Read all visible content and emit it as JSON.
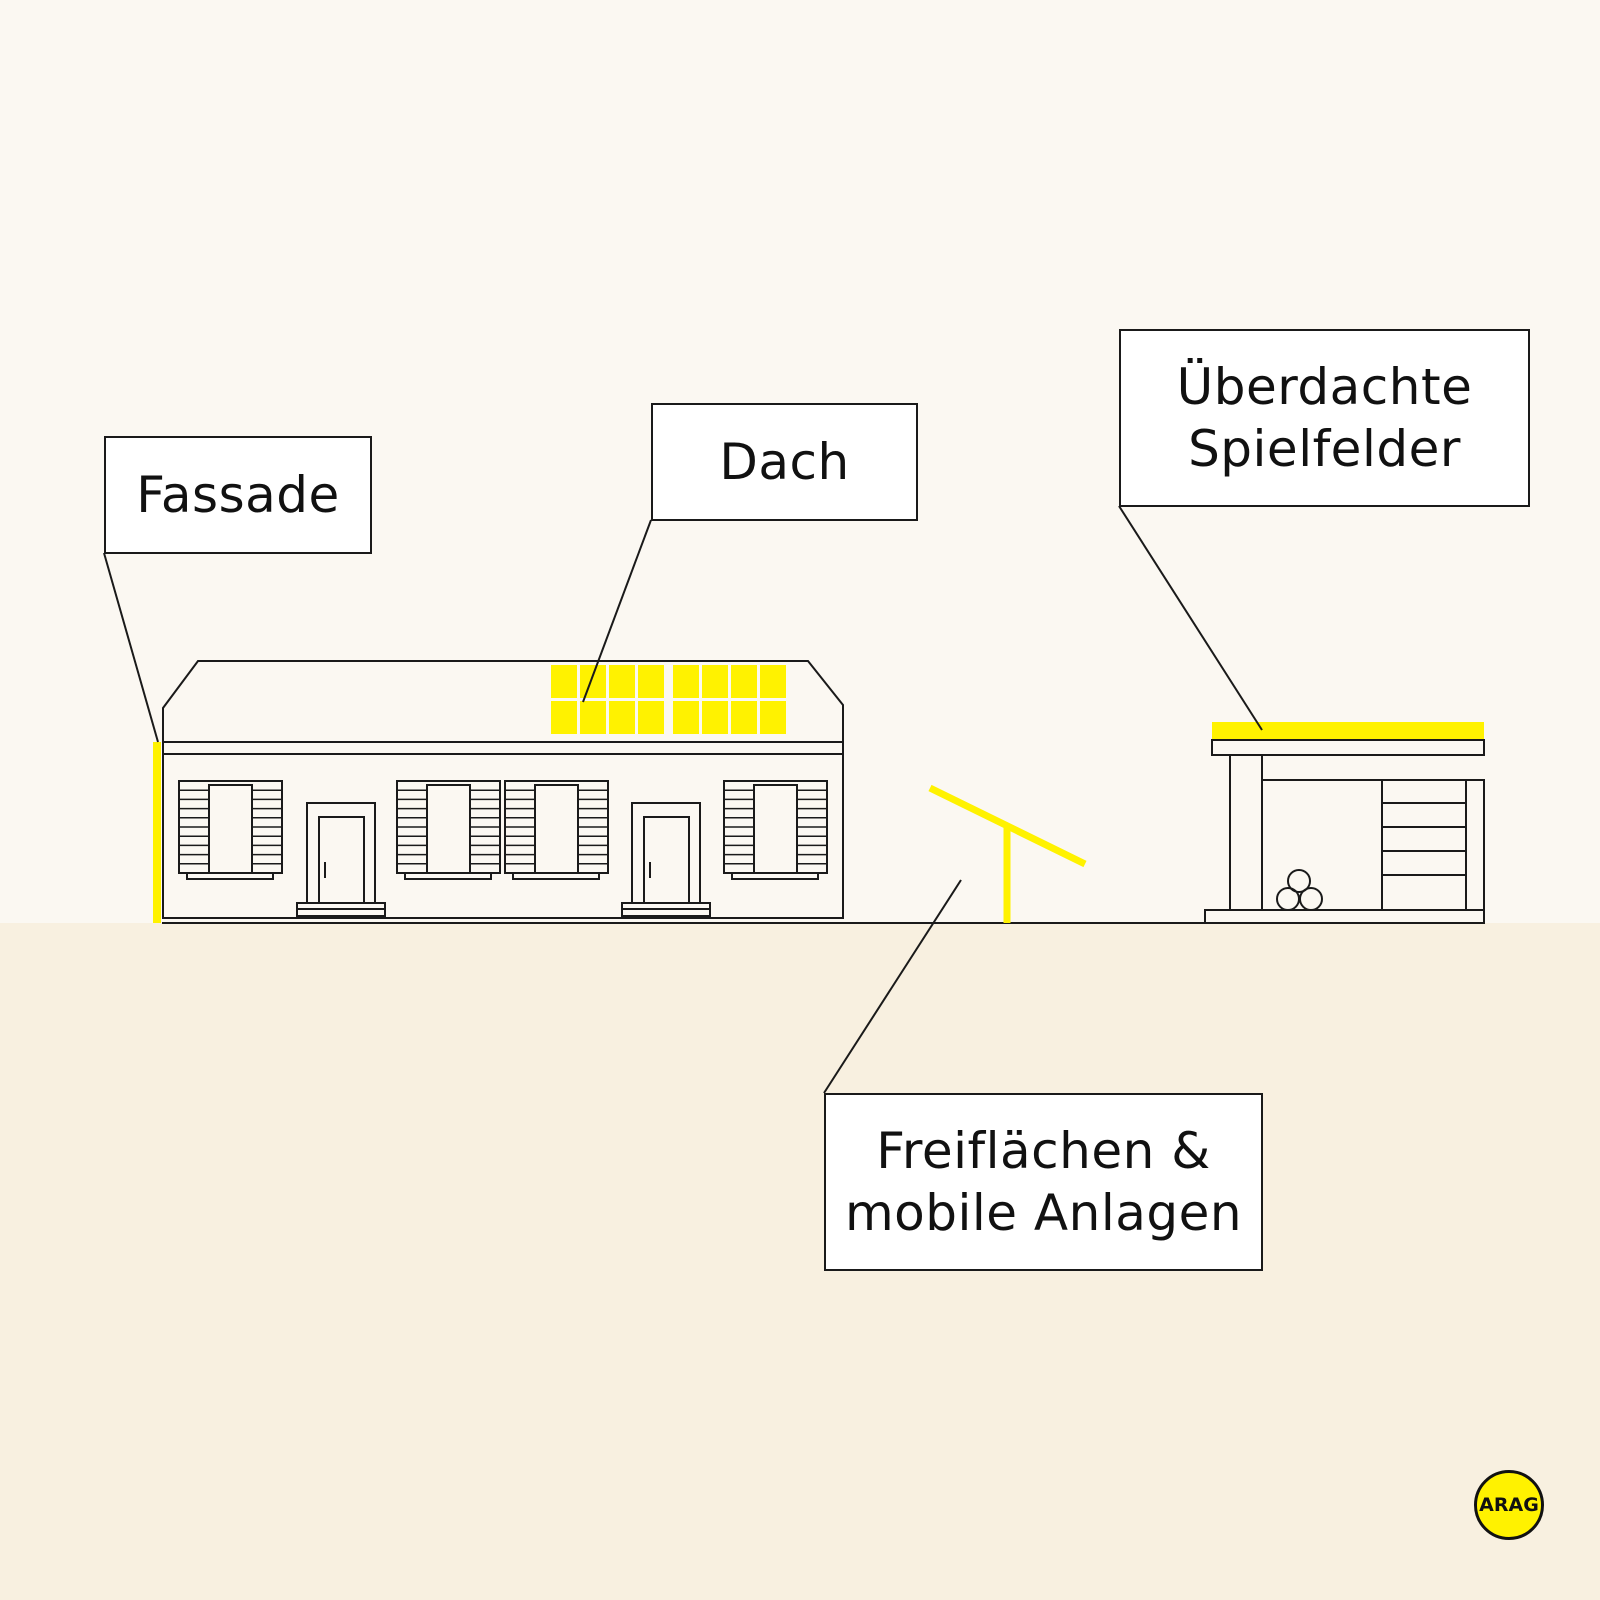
{
  "labels": {
    "fassade": "Fassade",
    "dach": "Dach",
    "spielfelder_line1": "Überdachte",
    "spielfelder_line2": "Spielfelder",
    "freiflaechen_line1": "Freiflächen &",
    "freiflaechen_line2": "mobile Anlagen"
  },
  "logo": {
    "text": "ARAG"
  },
  "colors": {
    "sky": "#fbf8f2",
    "ground": "#f8f0e0",
    "highlight": "#fff200",
    "line": "#1a1a1a"
  }
}
